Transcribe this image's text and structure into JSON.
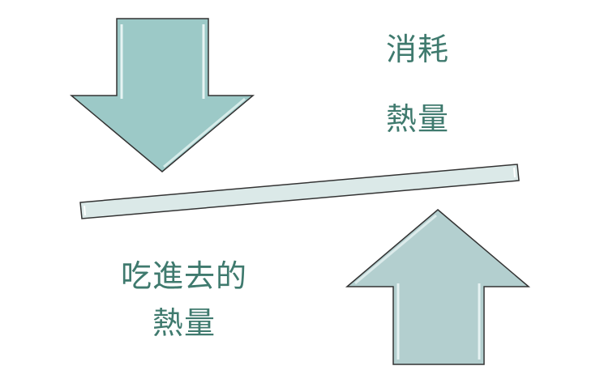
{
  "diagram": {
    "consumed": {
      "line1": "消耗",
      "line2": "熱量",
      "arrow_direction": "down",
      "arrow_color": "#9cc9c7"
    },
    "intake": {
      "line1": "吃進去的",
      "line2": "熱量",
      "arrow_direction": "up",
      "arrow_color": "#b3cfcf"
    },
    "balance_bar_color": "#dbe9e8",
    "text_color": "#3f7a6e",
    "outline_color": "#333333"
  }
}
